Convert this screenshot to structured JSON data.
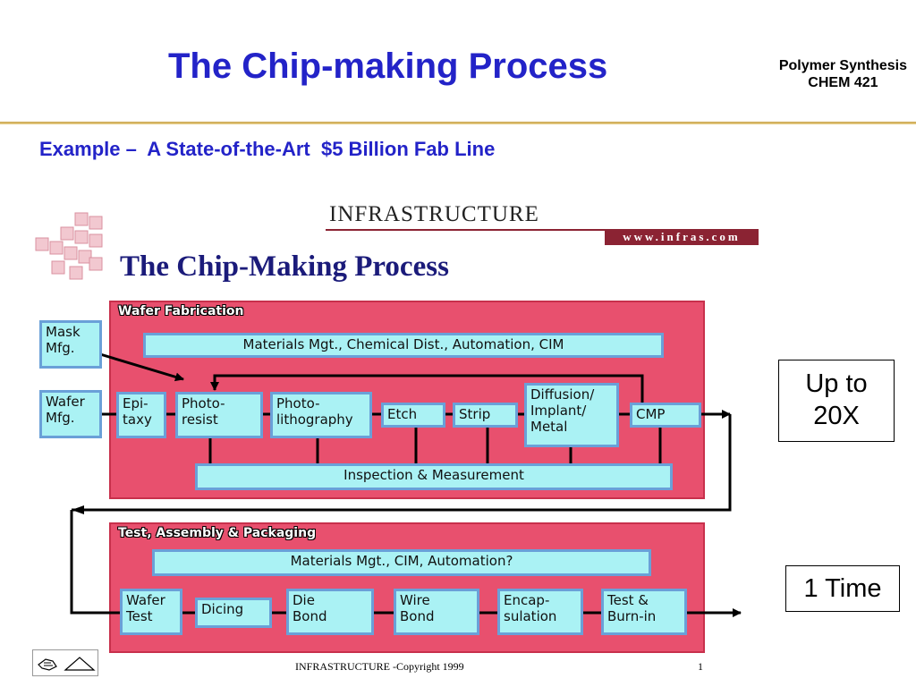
{
  "header": {
    "title": "The Chip-making Process",
    "course_line1": "Polymer Synthesis",
    "course_line2": "CHEM 421",
    "subtitle": "Example –  A State-of-the-Art  $5 Billion Fab Line"
  },
  "diagram": {
    "brand": "INFRASTRUCTURE",
    "url": "www.infras.com",
    "title": "The Chip-Making Process",
    "wafer_fab": {
      "label": "Wafer Fabrication",
      "materials": "Materials Mgt., Chemical Dist., Automation, CIM",
      "epitaxy": "Epi-\ntaxy",
      "photoresist": "Photo-\nresist",
      "photolithography": "Photo-\nlithography",
      "etch": "Etch",
      "strip": "Strip",
      "diffusion": "Diffusion/\nImplant/\nMetal",
      "cmp": "CMP",
      "inspection": "Inspection & Measurement"
    },
    "mask_mfg": "Mask\nMfg.",
    "wafer_mfg": "Wafer\nMfg.",
    "test_assembly": {
      "label": "Test, Assembly & Packaging",
      "materials": "Materials Mgt., CIM, Automation?",
      "wafer_test": "Wafer\nTest",
      "dicing": "Dicing",
      "die_bond": "Die\nBond",
      "wire_bond": "Wire\nBond",
      "encapsulation": "Encap-\nsulation",
      "test_burnin": "Test &\nBurn-in"
    },
    "copyright": "INFRASTRUCTURE -Copyright 1999",
    "page_number": "1"
  },
  "callouts": {
    "repeat": "Up to\n20X",
    "once": "1 Time"
  },
  "colors": {
    "title_blue": "#2323c8",
    "panel_red": "#e8506e",
    "box_cyan": "#aaf2f4",
    "box_border": "#6aa0d8",
    "brand_maroon": "#8b2333"
  }
}
